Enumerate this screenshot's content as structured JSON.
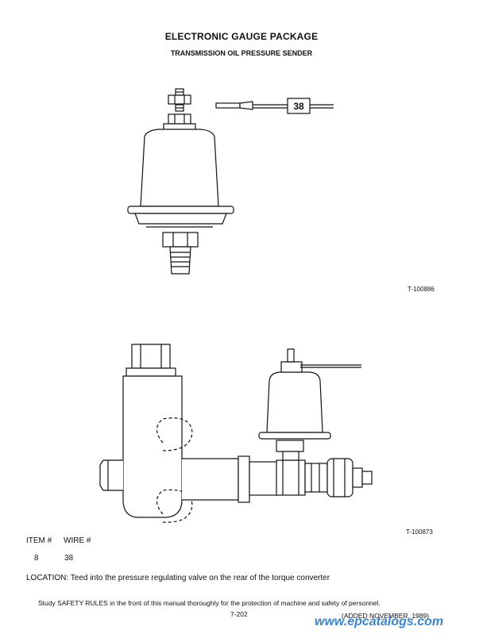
{
  "header": {
    "title": "ELECTRONIC GAUGE PACKAGE",
    "subtitle": "TRANSMISSION OIL PRESSURE SENDER"
  },
  "figure1": {
    "code": "T-100886",
    "wire_tag": "38"
  },
  "figure2": {
    "code": "T-100873"
  },
  "parts": {
    "col_item": "ITEM #",
    "col_wire": "WIRE #",
    "rows": [
      {
        "item": "8",
        "wire": "38"
      }
    ]
  },
  "location": "LOCATION: Teed into the pressure regulating valve on the rear of the torque converter",
  "footer": {
    "safety": "Study SAFETY RULES in the front of this manual thoroughly for the protection of machine and safety of personnel.",
    "page_number": "7-202",
    "added": "(ADDED NOVEMBER, 1989)",
    "watermark": "www.epcatalogs.com"
  }
}
